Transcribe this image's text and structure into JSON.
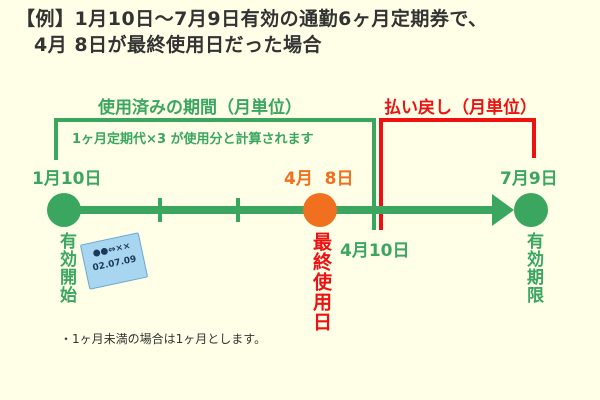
{
  "title": {
    "line1": "【例】1月10日～7月9日有効の通勤6ヶ月定期券で、",
    "line2": "4月 8日が最終使用日だった場合"
  },
  "used_period": {
    "label": "使用済みの期間（月単位）",
    "note": "1ヶ月定期代×3 が使用分と計算されます",
    "color": "#3aa660"
  },
  "refund_period": {
    "label": "払い戻し（月単位）",
    "color": "#ee1111"
  },
  "timeline": {
    "start_date": "1月10日",
    "start_label": "有効開始",
    "last_use_date": "4月  8日",
    "last_use_label": "最終使用日",
    "boundary_date": "4月10日",
    "end_date": "7月9日",
    "end_label": "有効期限",
    "last_use_color": "#f07020"
  },
  "ticket": {
    "line1": "●●⇔××",
    "line2": "02.07.09"
  },
  "footnote": "・1ヶ月未満の場合は1ヶ月とします。"
}
